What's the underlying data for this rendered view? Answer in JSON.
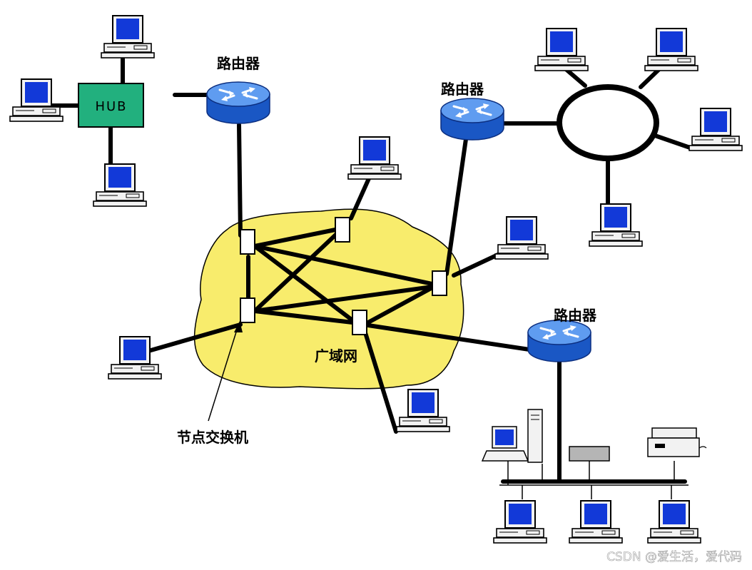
{
  "diagram": {
    "router_label": "路由器",
    "hub_label": "HUB",
    "wan_label": "广域网",
    "switch_node_label": "节点交换机",
    "watermark": "CSDN @爱生活，爱代码"
  },
  "colors": {
    "cloud_fill": "#f8ec6c",
    "hub_fill": "#22b07e",
    "router_fill": "#2a6fd6",
    "monitor_screen": "#1239d8",
    "link": "#000000"
  }
}
